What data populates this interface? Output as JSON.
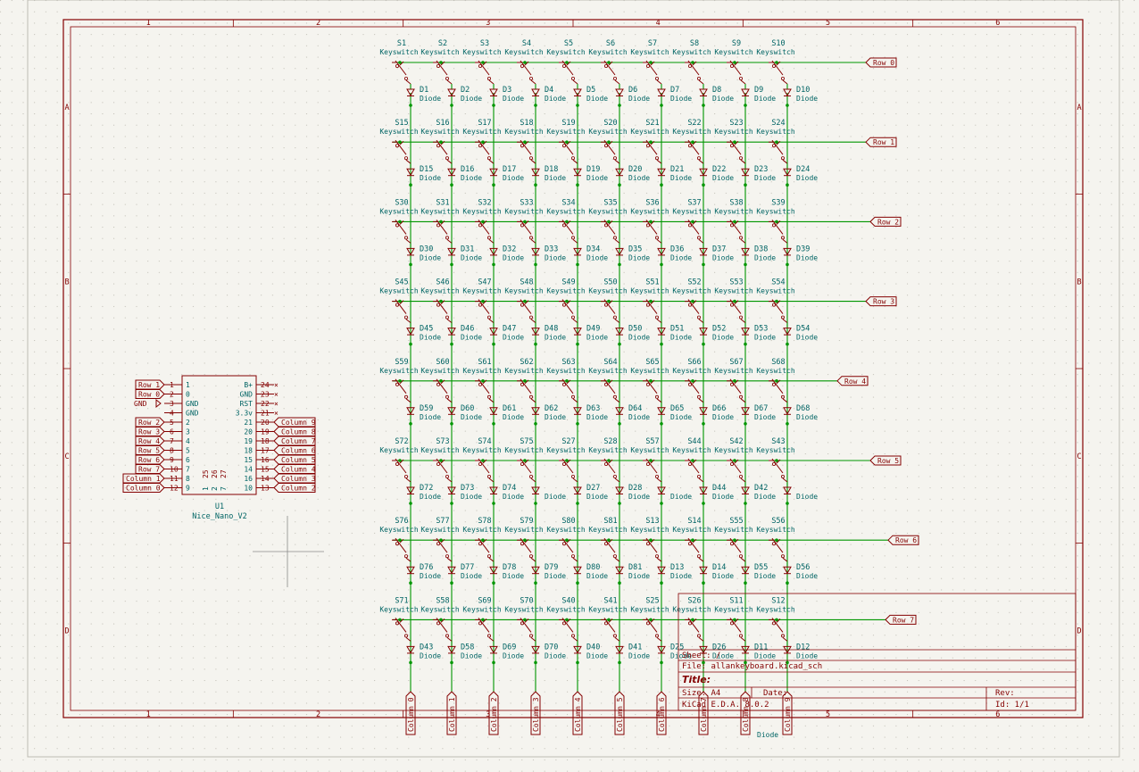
{
  "border": {
    "columns": [
      "1",
      "2",
      "3",
      "4",
      "5",
      "6"
    ],
    "rows": [
      "A",
      "B",
      "C",
      "D"
    ]
  },
  "matrix": {
    "switch_value": "Keyswitch",
    "diode_value": "Diode",
    "rows": [
      {
        "switches": [
          "S1",
          "S2",
          "S3",
          "S4",
          "S5",
          "S6",
          "S7",
          "S8",
          "S9",
          "S10"
        ],
        "diodes": [
          "D1",
          "D2",
          "D3",
          "D4",
          "D5",
          "D6",
          "D7",
          "D8",
          "D9",
          "D10"
        ]
      },
      {
        "switches": [
          "S15",
          "S16",
          "S17",
          "S18",
          "S19",
          "S20",
          "S21",
          "S22",
          "S23",
          "S24"
        ],
        "diodes": [
          "D15",
          "D16",
          "D17",
          "D18",
          "D19",
          "D20",
          "D21",
          "D22",
          "D23",
          "D24"
        ]
      },
      {
        "switches": [
          "S30",
          "S31",
          "S32",
          "S33",
          "S34",
          "S35",
          "S36",
          "S37",
          "S38",
          "S39"
        ],
        "diodes": [
          "D30",
          "D31",
          "D32",
          "D33",
          "D34",
          "D35",
          "D36",
          "D37",
          "D38",
          "D39"
        ]
      },
      {
        "switches": [
          "S45",
          "S46",
          "S47",
          "S48",
          "S49",
          "S50",
          "S51",
          "S52",
          "S53",
          "S54"
        ],
        "diodes": [
          "D45",
          "D46",
          "D47",
          "D48",
          "D49",
          "D50",
          "D51",
          "D52",
          "D53",
          "D54"
        ]
      },
      {
        "switches": [
          "S59",
          "S60",
          "S61",
          "S62",
          "S63",
          "S64",
          "S65",
          "S66",
          "S67",
          "S68"
        ],
        "diodes": [
          "D59",
          "D60",
          "D61",
          "D62",
          "D63",
          "D64",
          "D65",
          "D66",
          "D67",
          "D68"
        ]
      },
      {
        "switches": [
          "S72",
          "S73",
          "S74",
          "S75",
          "S27",
          "S28",
          "S57",
          "S44",
          "S42",
          "S43"
        ],
        "diodes": [
          "D72",
          "D73",
          "D74",
          "",
          "D27",
          "D28",
          "",
          "D44",
          "D42",
          ""
        ]
      },
      {
        "switches": [
          "S76",
          "S77",
          "S78",
          "S79",
          "S80",
          "S81",
          "S13",
          "S14",
          "S55",
          "S56"
        ],
        "diodes": [
          "D76",
          "D77",
          "D78",
          "D79",
          "D80",
          "D81",
          "D13",
          "D14",
          "D55",
          "D56"
        ]
      },
      {
        "switches": [
          "S71",
          "S58",
          "S69",
          "S70",
          "S40",
          "S41",
          "S25",
          "S26",
          "S11",
          "S12"
        ],
        "diodes": [
          "D43",
          "D58",
          "D69",
          "D70",
          "D40",
          "D41",
          "D25",
          "D26",
          "D11",
          "D12"
        ]
      }
    ],
    "row_labels": [
      "Row 0",
      "Row 1",
      "Row 2",
      "Row 3",
      "Row 4",
      "Row 5",
      "Row 6",
      "Row 7"
    ],
    "column_labels": [
      "Column 0",
      "Column 1",
      "Column 2",
      "Column 3",
      "Column 4",
      "Column 5",
      "Column 6",
      "Column 7",
      "Column 8",
      "Column 9"
    ],
    "stray_label": "Diode"
  },
  "controller": {
    "ref": "U1",
    "value": "Nice_Nano_V2",
    "left_pins": [
      {
        "num": "1",
        "name": "1",
        "net": "Row 1"
      },
      {
        "num": "2",
        "name": "0",
        "net": "Row 0"
      },
      {
        "num": "3",
        "name": "GND",
        "net": "GND"
      },
      {
        "num": "4",
        "name": "GND",
        "net": ""
      },
      {
        "num": "5",
        "name": "2",
        "net": "Row 2"
      },
      {
        "num": "6",
        "name": "3",
        "net": "Row 3"
      },
      {
        "num": "7",
        "name": "4",
        "net": "Row 4"
      },
      {
        "num": "8",
        "name": "5",
        "net": "Row 5"
      },
      {
        "num": "9",
        "name": "6",
        "net": "Row 6"
      },
      {
        "num": "10",
        "name": "7",
        "net": "Row 7"
      },
      {
        "num": "11",
        "name": "8",
        "net": "Column 1"
      },
      {
        "num": "12",
        "name": "9",
        "net": "Column 0"
      }
    ],
    "right_pins": [
      {
        "num": "24",
        "name": "B+",
        "net": ""
      },
      {
        "num": "23",
        "name": "GND",
        "net": ""
      },
      {
        "num": "22",
        "name": "RST",
        "net": ""
      },
      {
        "num": "21",
        "name": "3.3v",
        "net": ""
      },
      {
        "num": "20",
        "name": "21",
        "net": "Column 9"
      },
      {
        "num": "19",
        "name": "20",
        "net": "Column 8"
      },
      {
        "num": "18",
        "name": "19",
        "net": "Column 7"
      },
      {
        "num": "17",
        "name": "18",
        "net": "Column 6"
      },
      {
        "num": "16",
        "name": "15",
        "net": "Column 5"
      },
      {
        "num": "15",
        "name": "14",
        "net": "Column 4"
      },
      {
        "num": "14",
        "name": "16",
        "net": "Column 3"
      },
      {
        "num": "13",
        "name": "10",
        "net": "Column 2"
      }
    ],
    "bottom_pins": [
      "25",
      "26",
      "27"
    ],
    "bottom_names": [
      "1",
      "2",
      "7"
    ]
  },
  "title_block": {
    "sheet": "Sheet: /",
    "file": "File: allankeyboard.kicad_sch",
    "title": "Title:",
    "size": "Size: A4",
    "date": "Date:",
    "rev": "Rev:",
    "tool": "KiCad E.D.A. 8.0.2",
    "id": "Id: 1/1"
  }
}
